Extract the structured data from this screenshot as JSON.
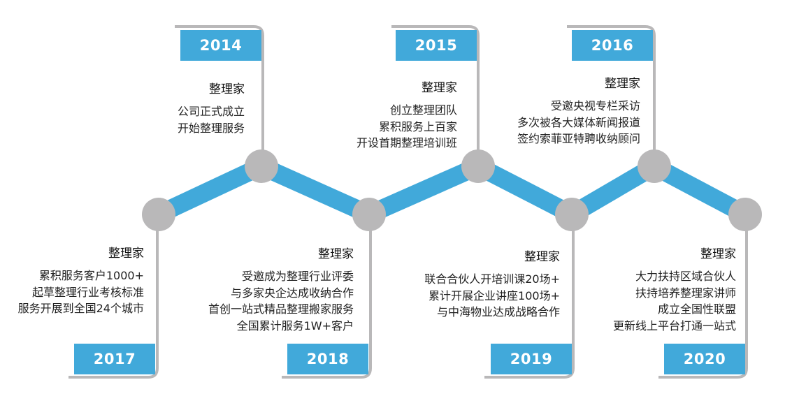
{
  "timeline": {
    "colors": {
      "accent": "#41a9da",
      "node": "#b9b8b9",
      "connector": "#b9b8b9"
    },
    "events": [
      {
        "year": "2014",
        "title": "整理家",
        "lines": [
          "公司正式成立",
          "开始整理服务"
        ]
      },
      {
        "year": "2015",
        "title": "整理家",
        "lines": [
          "创立整理团队",
          "累积服务上百家",
          "开设首期整理培训班"
        ]
      },
      {
        "year": "2016",
        "title": "整理家",
        "lines": [
          "受邀央视专栏采访",
          "多次被各大媒体新闻报道",
          "签约索菲亚特聘收纳顾问"
        ]
      },
      {
        "year": "2017",
        "title": "整理家",
        "lines": [
          "累积服务客户1000+",
          "起草整理行业考核标准",
          "服务开展到全国24个城市"
        ]
      },
      {
        "year": "2018",
        "title": "整理家",
        "lines": [
          "受邀成为整理行业评委",
          "与多家央企达成收纳合作",
          "首创一站式精品整理搬家服务",
          "全国累计服务1W+客户"
        ]
      },
      {
        "year": "2019",
        "title": "整理家",
        "lines": [
          "联合合伙人开培训课20场+",
          "累计开展企业讲座100场+",
          "与中海物业达成战略合作"
        ]
      },
      {
        "year": "2020",
        "title": "整理家",
        "lines": [
          "大力扶持区域合伙人",
          "扶持培养整理家讲师",
          "成立全国性联盟",
          "更新线上平台打通一站式"
        ]
      }
    ]
  }
}
